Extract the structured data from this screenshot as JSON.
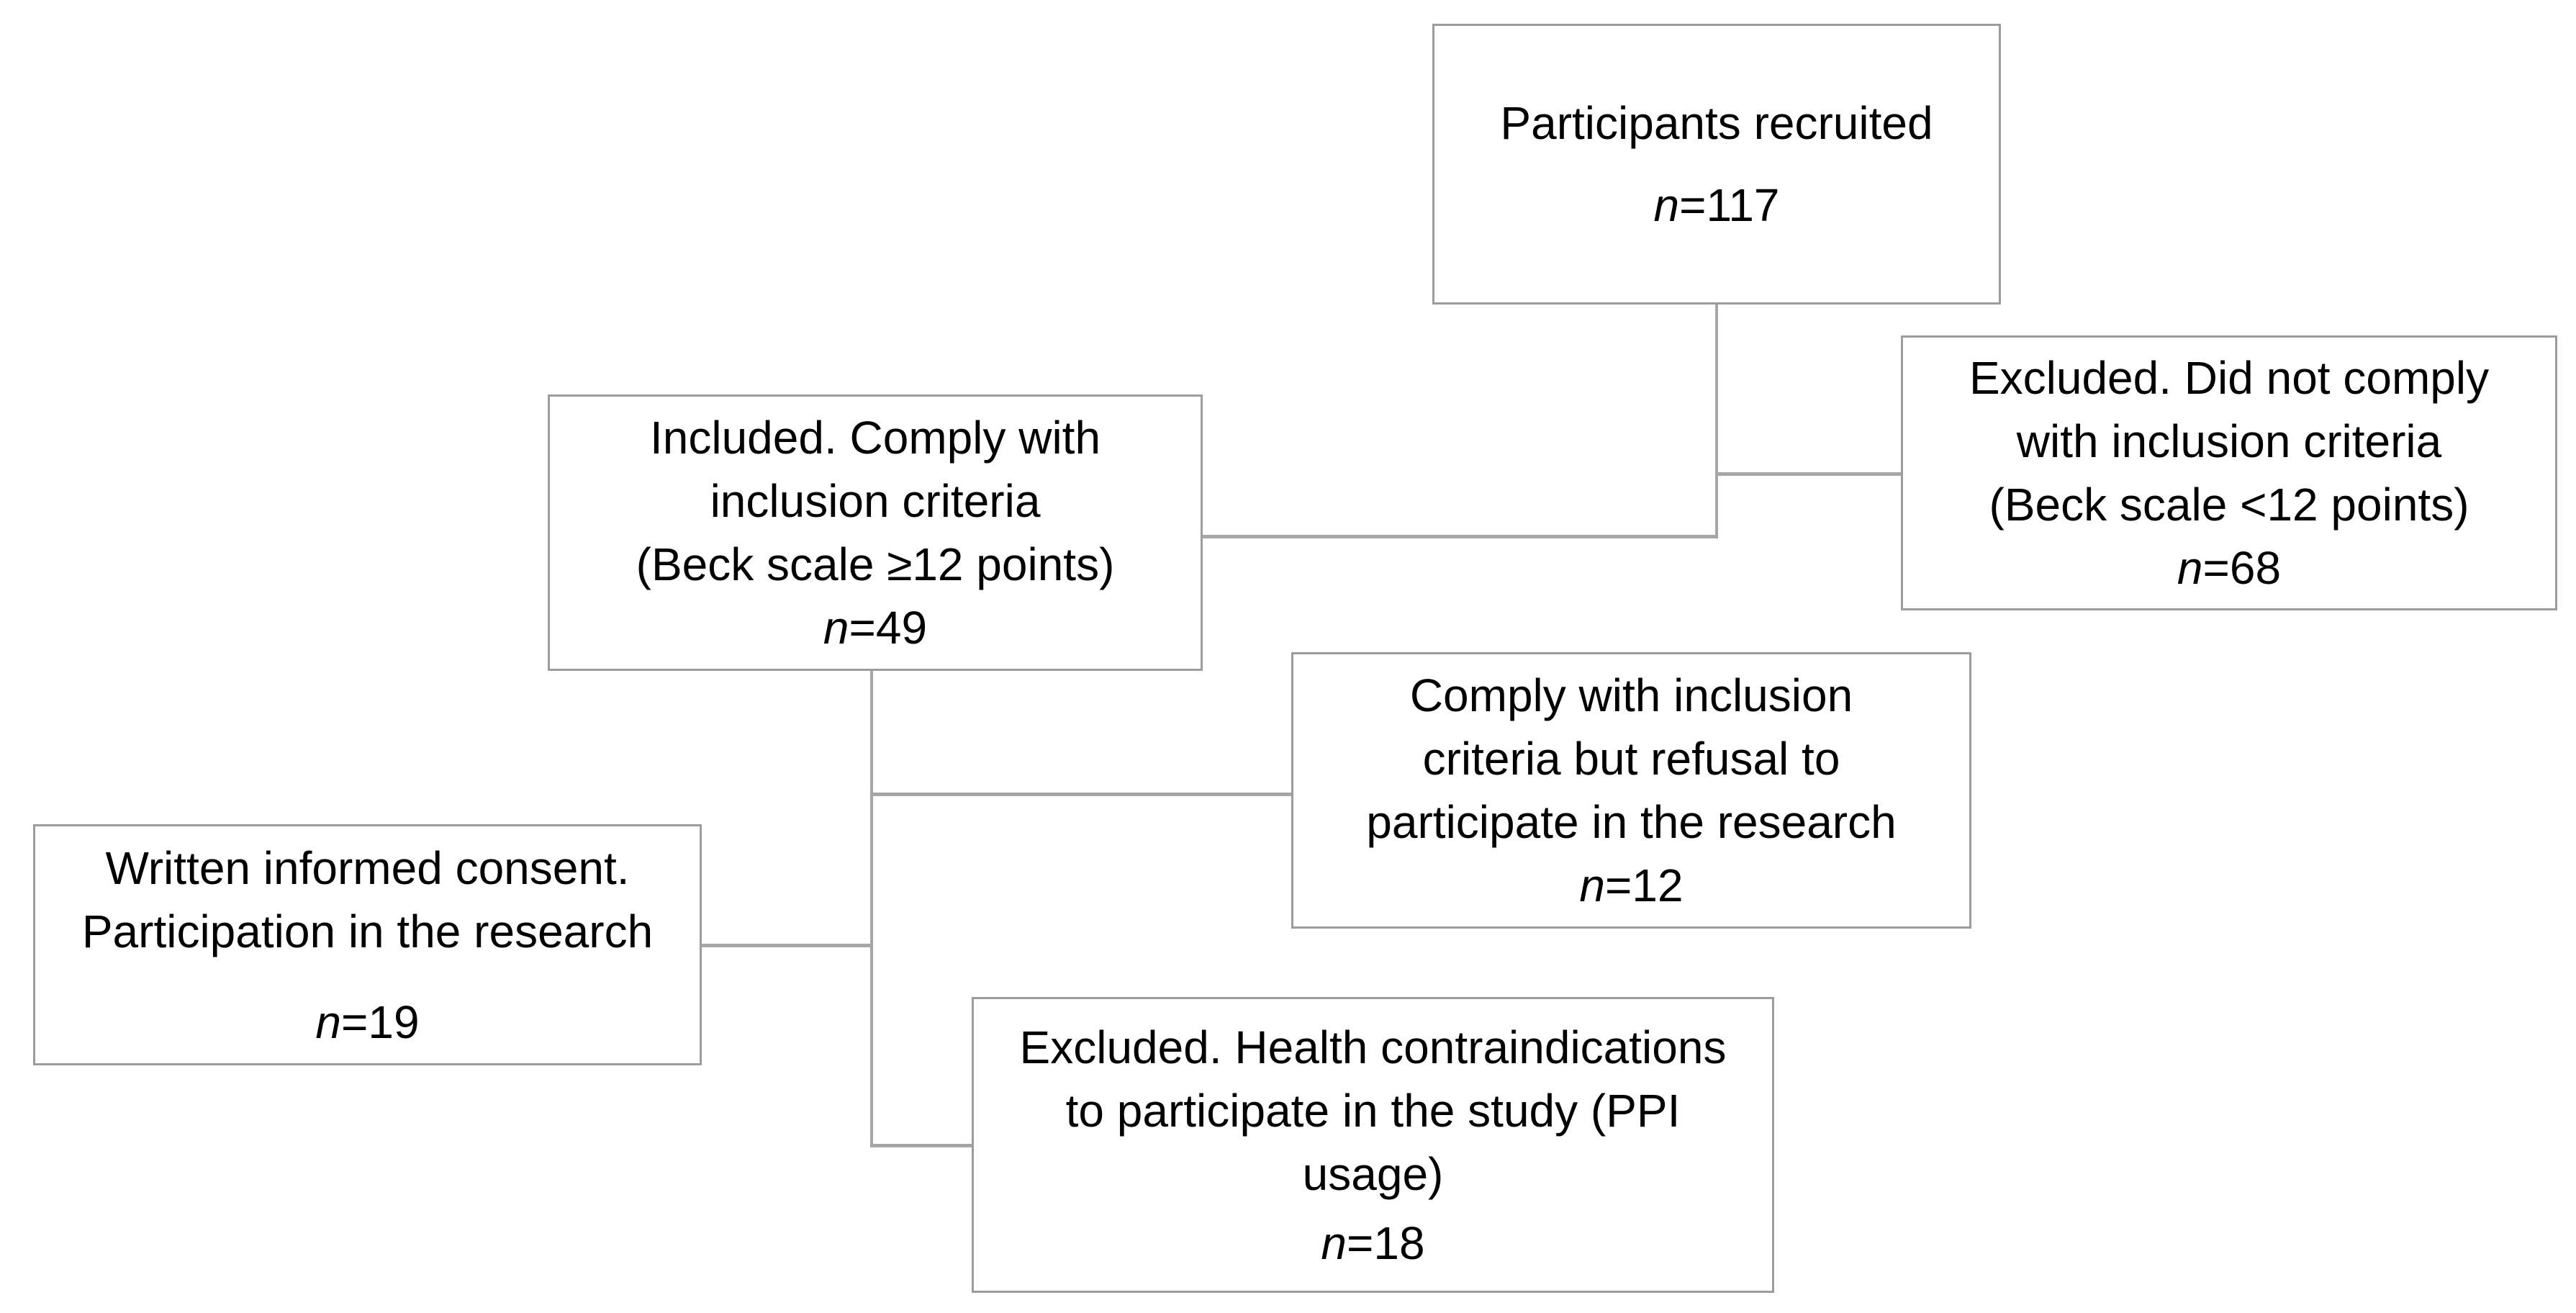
{
  "theme": {
    "background": "#ffffff",
    "box_border_color": "#9c9c9c",
    "connector_color": "#a6a6a6",
    "text_color": "#000000"
  },
  "diagram": {
    "type": "flowchart",
    "description": "Participant recruitment flow diagram",
    "boxes": {
      "recruited": {
        "lines": [
          "Participants recruited"
        ],
        "n_prefix": "n",
        "n_rest": "=117"
      },
      "excluded_criteria": {
        "lines": [
          "Excluded. Did not comply",
          "with inclusion criteria",
          "(Beck scale <12 points)"
        ],
        "n_prefix": "n",
        "n_rest": "=68"
      },
      "included": {
        "lines": [
          "Included. Comply with",
          "inclusion criteria",
          "(Beck scale ≥12 points)"
        ],
        "n_prefix": "n",
        "n_rest": "=49"
      },
      "refusal": {
        "lines": [
          "Comply with inclusion",
          "criteria but refusal to",
          "participate in the research"
        ],
        "n_prefix": "n",
        "n_rest": "=12"
      },
      "consent": {
        "lines": [
          "Written informed consent.",
          "Participation in the research"
        ],
        "n_prefix": "n",
        "n_rest": "=19"
      },
      "contraindications": {
        "lines": [
          "Excluded. Health contraindications",
          "to participate in the study (PPI",
          "usage)"
        ],
        "n_prefix": "n",
        "n_rest": "=18"
      }
    }
  }
}
